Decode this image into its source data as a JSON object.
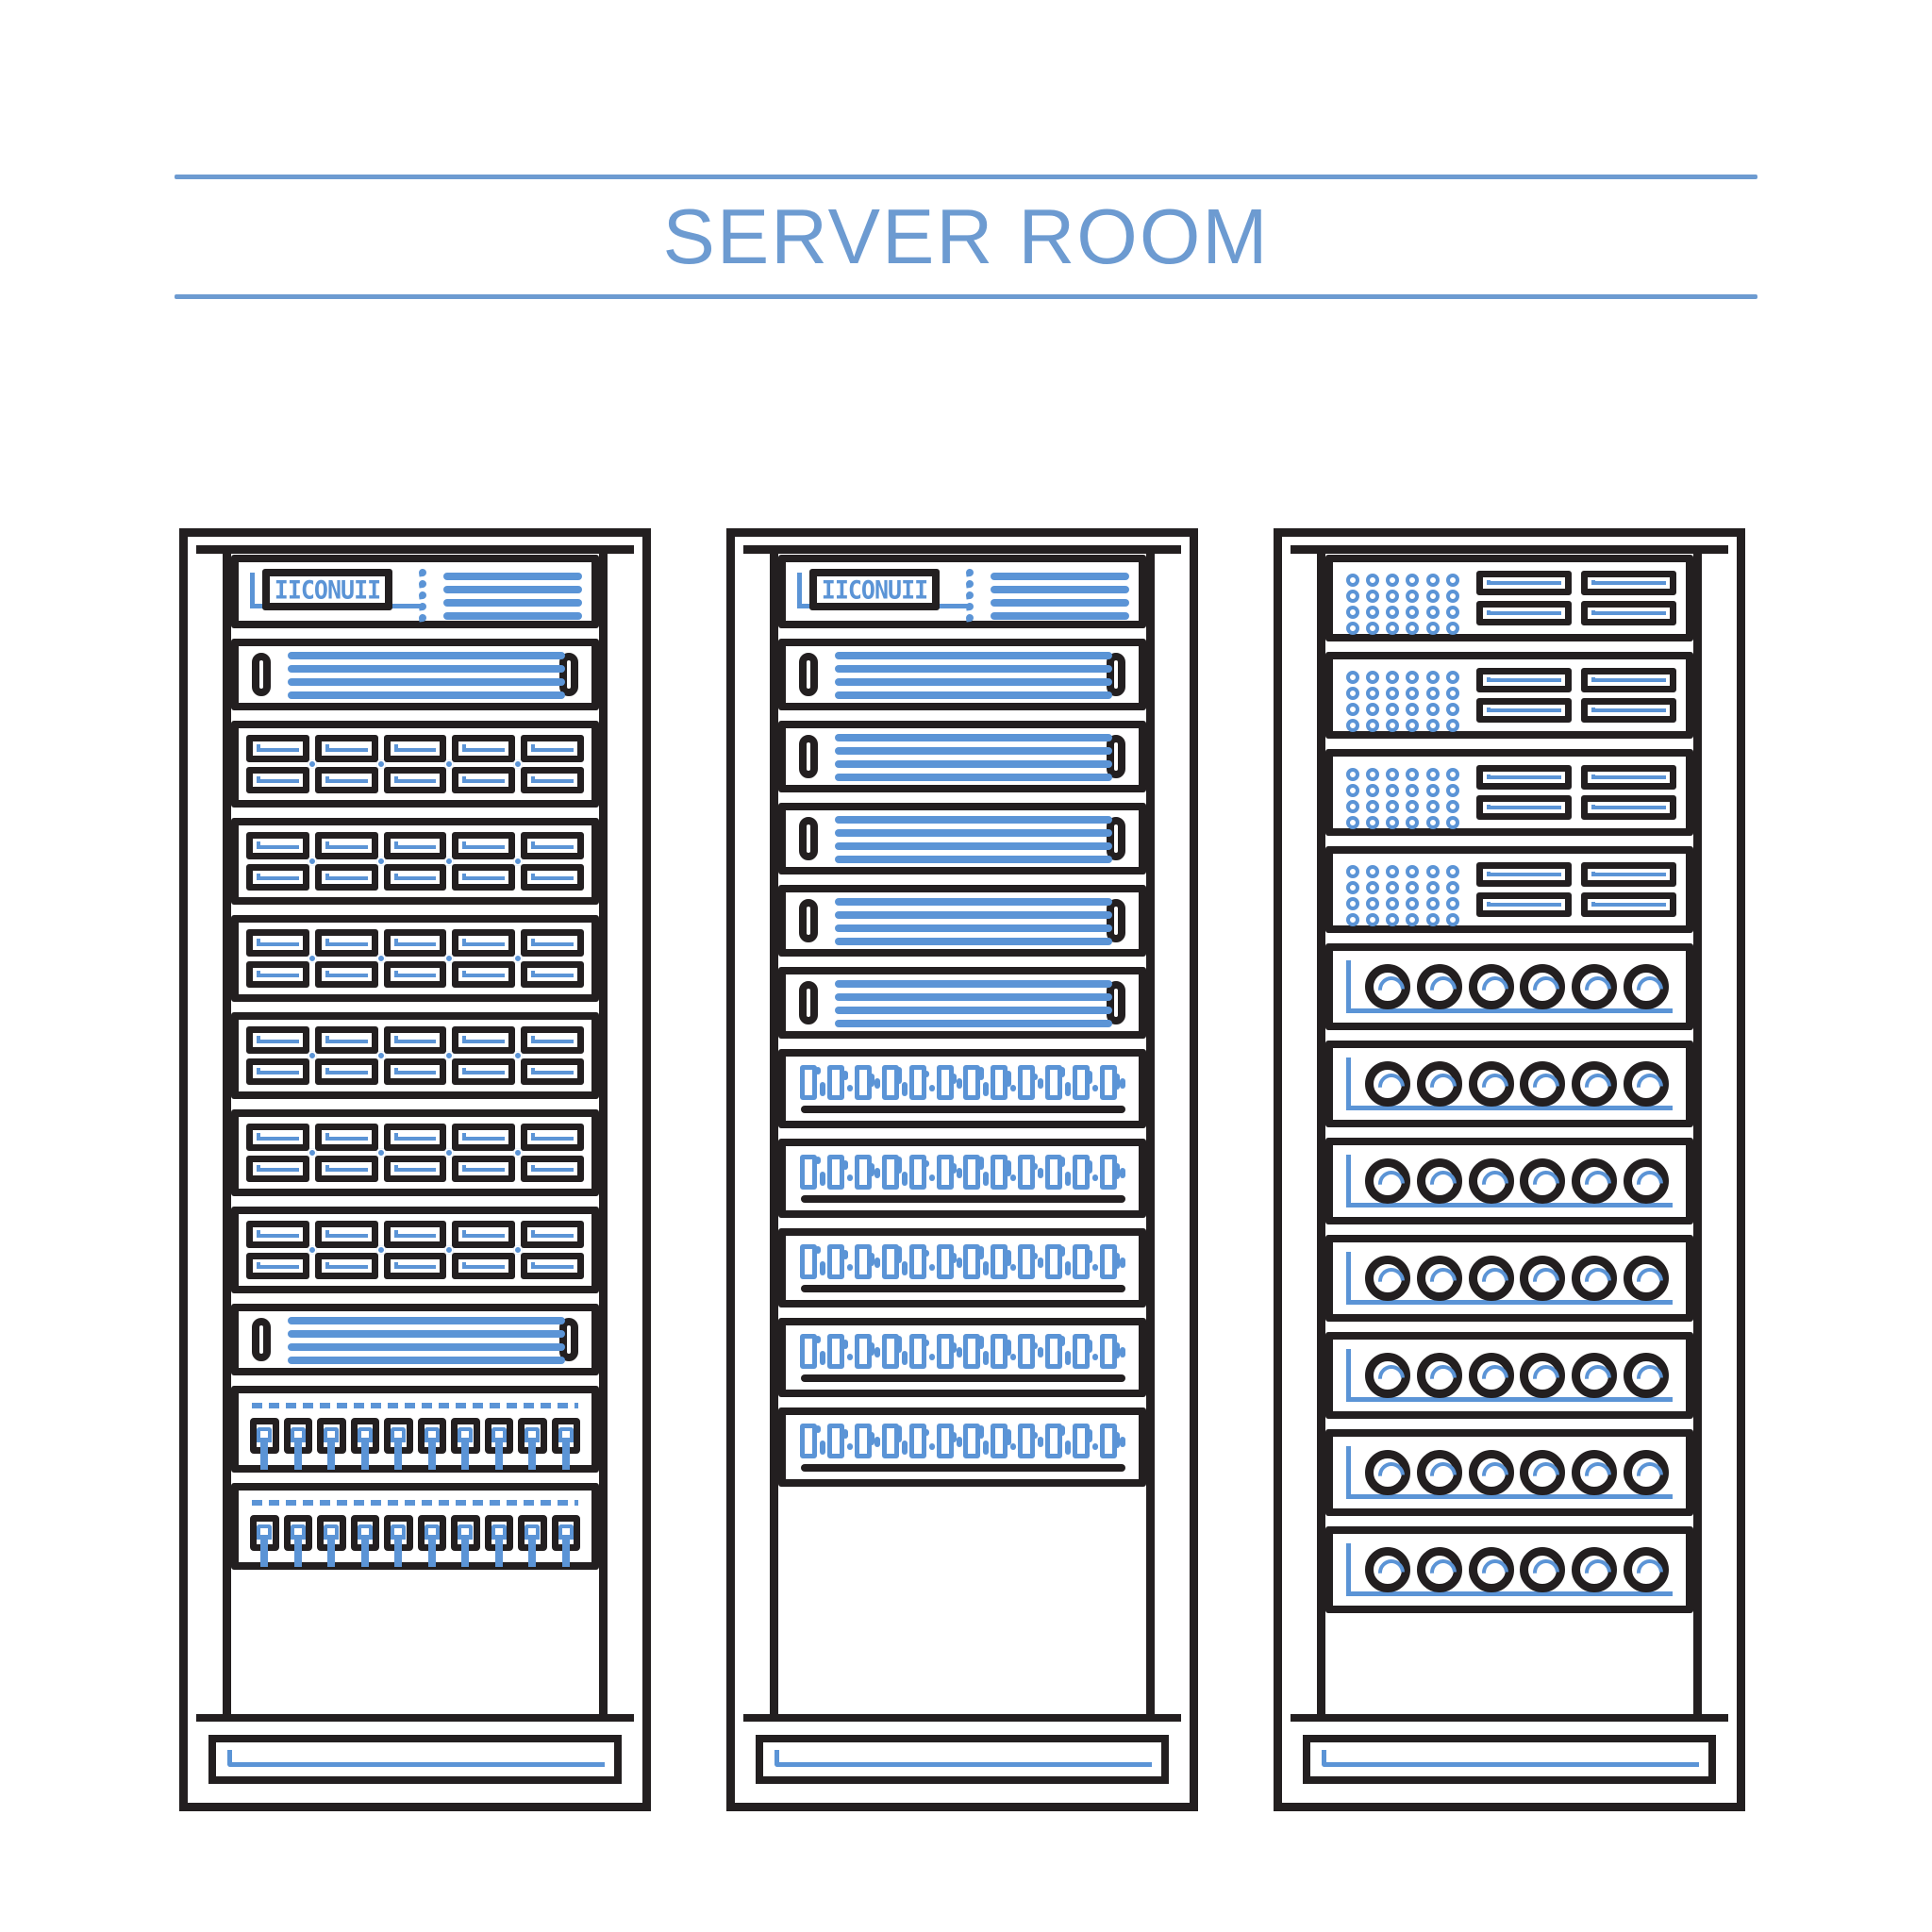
{
  "page": {
    "title": "SERVER ROOM",
    "background": "#ffffff",
    "accent_blue": "#5b94d6",
    "title_blue": "#6d9bd1",
    "outline_black": "#231f20"
  },
  "header": {
    "title": "SERVER ROOM",
    "rule_top": true,
    "rule_bottom": true
  },
  "display_unit": {
    "screen_text": "IICONUII",
    "dot_count": 5,
    "line_count": 4
  },
  "racks": [
    {
      "id": "rack-1",
      "name": "server-rack-left",
      "units": [
        {
          "type": "display",
          "name": "console-display-unit"
        },
        {
          "type": "vent",
          "name": "cable-vent-unit",
          "pill_left": true,
          "pill_right": true,
          "lines": 4
        },
        {
          "type": "bays",
          "name": "drive-bay-unit",
          "columns": 5,
          "rows": 2
        },
        {
          "type": "bays",
          "name": "drive-bay-unit",
          "columns": 5,
          "rows": 2
        },
        {
          "type": "bays",
          "name": "drive-bay-unit",
          "columns": 5,
          "rows": 2
        },
        {
          "type": "bays",
          "name": "drive-bay-unit",
          "columns": 5,
          "rows": 2
        },
        {
          "type": "bays",
          "name": "drive-bay-unit",
          "columns": 5,
          "rows": 2
        },
        {
          "type": "bays",
          "name": "drive-bay-unit",
          "columns": 5,
          "rows": 2
        },
        {
          "type": "vent",
          "name": "cable-vent-unit",
          "pill_left": true,
          "pill_right": true,
          "lines": 4
        },
        {
          "type": "ports",
          "name": "network-port-unit",
          "ports": 10
        },
        {
          "type": "ports",
          "name": "network-port-unit",
          "ports": 10
        }
      ]
    },
    {
      "id": "rack-2",
      "name": "server-rack-middle",
      "units": [
        {
          "type": "display",
          "name": "console-display-unit"
        },
        {
          "type": "vent",
          "name": "cable-vent-unit",
          "pill_left": true,
          "pill_right": true,
          "lines": 4
        },
        {
          "type": "vent",
          "name": "cable-vent-unit",
          "pill_left": true,
          "pill_right": true,
          "lines": 4
        },
        {
          "type": "vent",
          "name": "cable-vent-unit",
          "pill_left": true,
          "pill_right": true,
          "lines": 4
        },
        {
          "type": "vent",
          "name": "cable-vent-unit",
          "pill_left": true,
          "pill_right": true,
          "lines": 4
        },
        {
          "type": "vent",
          "name": "cable-vent-unit",
          "pill_left": true,
          "pill_right": true,
          "lines": 4
        },
        {
          "type": "blade",
          "name": "blade-module-unit",
          "blades": 12
        },
        {
          "type": "blade",
          "name": "blade-module-unit",
          "blades": 12
        },
        {
          "type": "blade",
          "name": "blade-module-unit",
          "blades": 12
        },
        {
          "type": "blade",
          "name": "blade-module-unit",
          "blades": 12
        },
        {
          "type": "blade",
          "name": "blade-module-unit",
          "blades": 12
        }
      ]
    },
    {
      "id": "rack-3",
      "name": "server-rack-right",
      "units": [
        {
          "type": "matrix",
          "name": "led-matrix-unit",
          "dots": 24,
          "slots": 4
        },
        {
          "type": "matrix",
          "name": "led-matrix-unit",
          "dots": 24,
          "slots": 4
        },
        {
          "type": "matrix",
          "name": "led-matrix-unit",
          "dots": 24,
          "slots": 4
        },
        {
          "type": "matrix",
          "name": "led-matrix-unit",
          "dots": 24,
          "slots": 4
        },
        {
          "type": "circles",
          "name": "disk-bay-unit",
          "circles": 6
        },
        {
          "type": "circles",
          "name": "disk-bay-unit",
          "circles": 6
        },
        {
          "type": "circles",
          "name": "disk-bay-unit",
          "circles": 6
        },
        {
          "type": "circles",
          "name": "disk-bay-unit",
          "circles": 6
        },
        {
          "type": "circles",
          "name": "disk-bay-unit",
          "circles": 6
        },
        {
          "type": "circles",
          "name": "disk-bay-unit",
          "circles": 6
        },
        {
          "type": "circles",
          "name": "disk-bay-unit",
          "circles": 6
        }
      ]
    }
  ]
}
